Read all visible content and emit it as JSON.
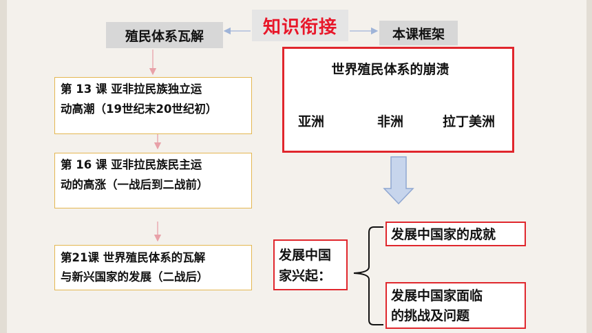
{
  "title": "知识衔接",
  "left_label": "殖民体系瓦解",
  "right_label": "本课框架",
  "lessons": [
    {
      "line1": "第 13 课  亚非拉民族独立运",
      "line2": "动高潮（19世纪末20世纪初）"
    },
    {
      "line1": "第 16 课  亚非拉民族民主运",
      "line2": "动的高涨（一战后到二战前）"
    },
    {
      "line1": "第21课 世界殖民体系的瓦解",
      "line2": "与新兴国家的发展（二战后）"
    }
  ],
  "framework": {
    "heading": "世界殖民体系的崩溃",
    "regions": [
      "亚洲",
      "非洲",
      "拉丁美洲"
    ]
  },
  "rise": {
    "line1": "发展中国",
    "line2": "家兴起："
  },
  "outcomes": {
    "achievements": "发展中国家的成就",
    "challenges_line1": "发展中国家面临",
    "challenges_line2": "的挑战及问题"
  },
  "colors": {
    "accent_red": "#e0262c",
    "title_red": "#e8172a",
    "lesson_border": "#e4b64f",
    "arrow_pink": "#e8a1a8",
    "down_arrow": "#c7d5ec"
  }
}
